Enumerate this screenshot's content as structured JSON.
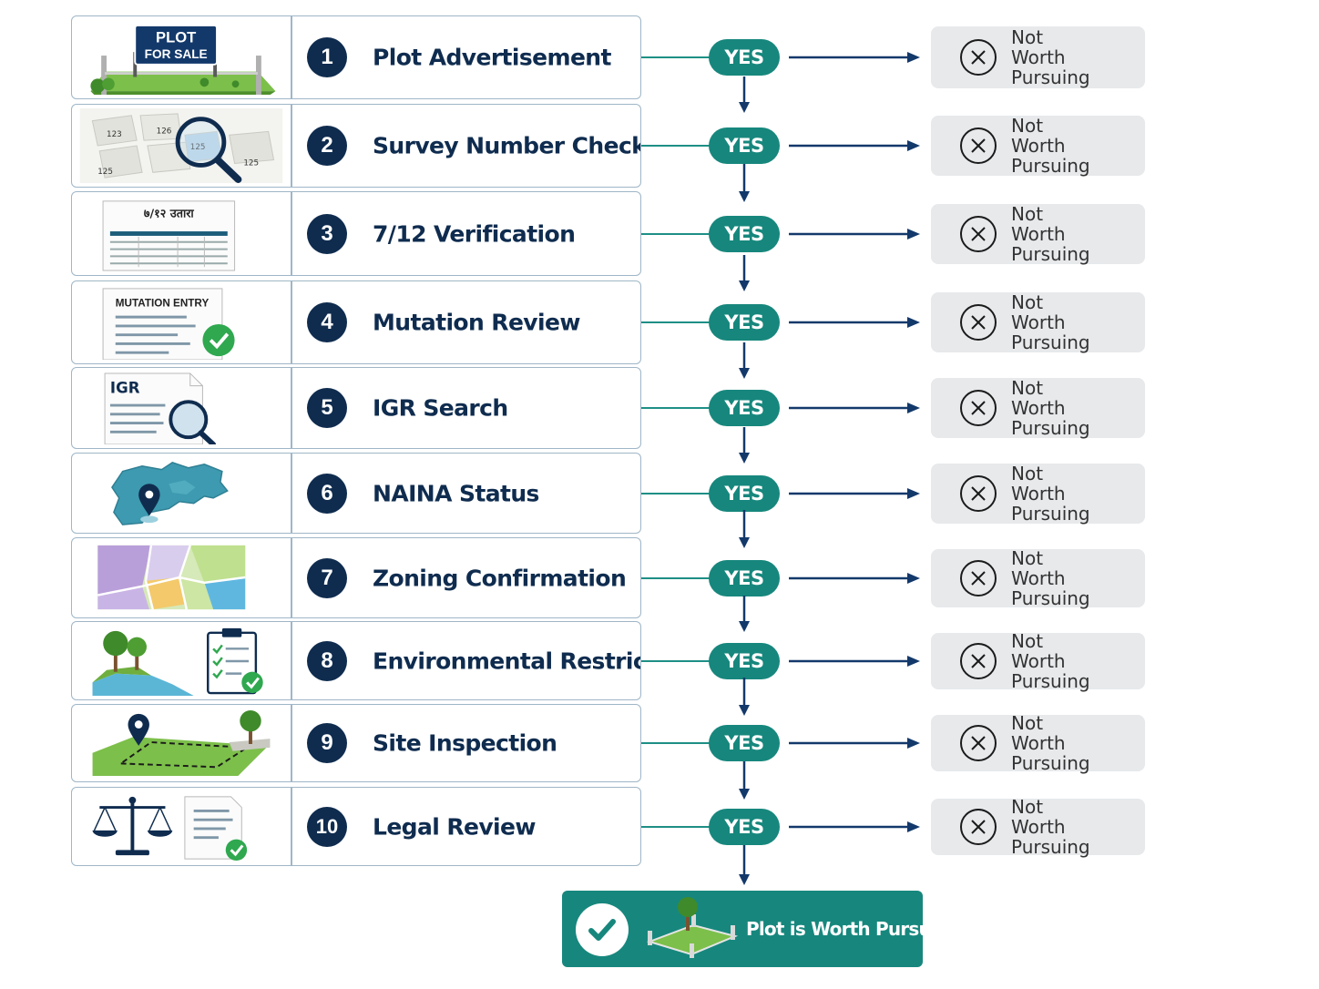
{
  "steps": [
    {
      "number": "1",
      "title": "Plot Advertisement",
      "sign_line1": "PLOT",
      "sign_line2": "FOR SALE"
    },
    {
      "number": "2",
      "title": "Survey Number Check",
      "map_labels": [
        "123",
        "126",
        "125",
        "125",
        "125"
      ]
    },
    {
      "number": "3",
      "title": "7/12 Verification",
      "doc_heading": "७/१२ उतारा"
    },
    {
      "number": "4",
      "title": "Mutation Review",
      "doc_heading": "MUTATION ENTRY"
    },
    {
      "number": "5",
      "title": "IGR Search",
      "doc_heading": "IGR"
    },
    {
      "number": "6",
      "title": "NAINA Status"
    },
    {
      "number": "7",
      "title": "Zoning Confirmation"
    },
    {
      "number": "8",
      "title": "Environmental Restrictions"
    },
    {
      "number": "9",
      "title": "Site Inspection"
    },
    {
      "number": "10",
      "title": "Legal Review"
    }
  ],
  "decision_label": "YES",
  "reject_label": "Not Worth Pursuing",
  "outcome_label": "Plot is Worth Pursuing",
  "icons": {
    "reject": "close-circle-icon",
    "outcome": "check-circle-icon"
  },
  "colors": {
    "navy": "#0f2c4f",
    "teal": "#17877d",
    "reject_bg": "#e7e9eb"
  }
}
